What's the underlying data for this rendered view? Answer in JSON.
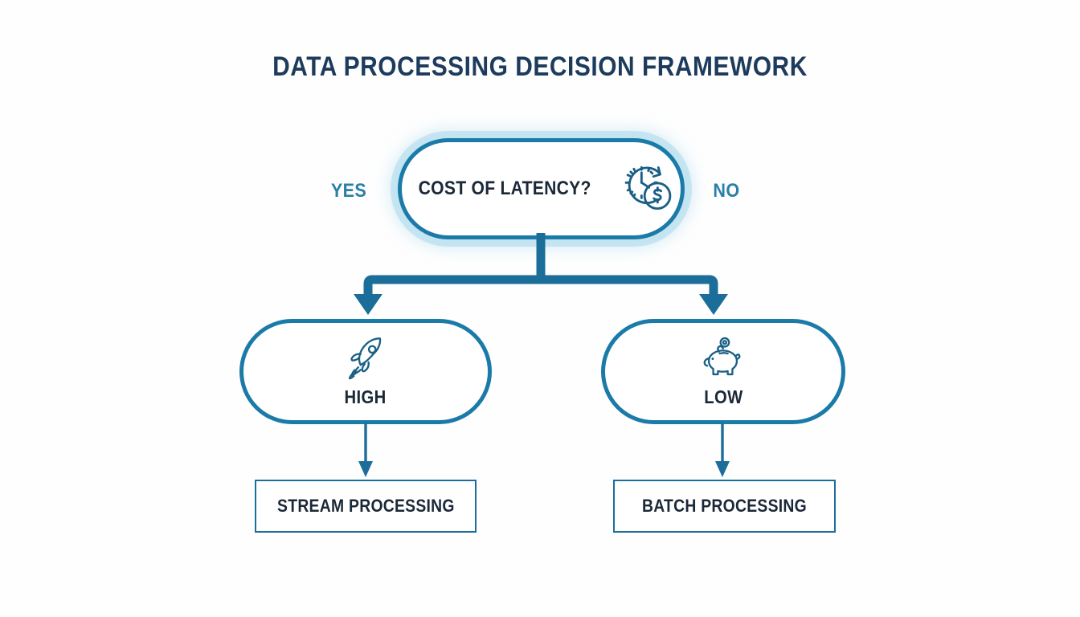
{
  "diagram": {
    "title": "DATA PROCESSING DECISION FRAMEWORK",
    "colors": {
      "title_navy": "#1d3b5c",
      "node_stroke_blue": "#1b7ba8",
      "connector_blue": "#1b6e99",
      "branch_label_blue": "#2a7fa9",
      "halo_blue": "#bee2f0",
      "label_dark": "#1b2838",
      "background": "#fefefe"
    },
    "decision": {
      "label": "COST OF LATENCY?",
      "icon": "clock-dollar-icon"
    },
    "branches": {
      "yes_label": "YES",
      "no_label": "NO"
    },
    "outcomes": [
      {
        "label": "HIGH",
        "icon": "rocket-icon",
        "result": "STREAM PROCESSING"
      },
      {
        "label": "LOW",
        "icon": "piggy-bank-icon",
        "result": "BATCH PROCESSING"
      }
    ]
  }
}
